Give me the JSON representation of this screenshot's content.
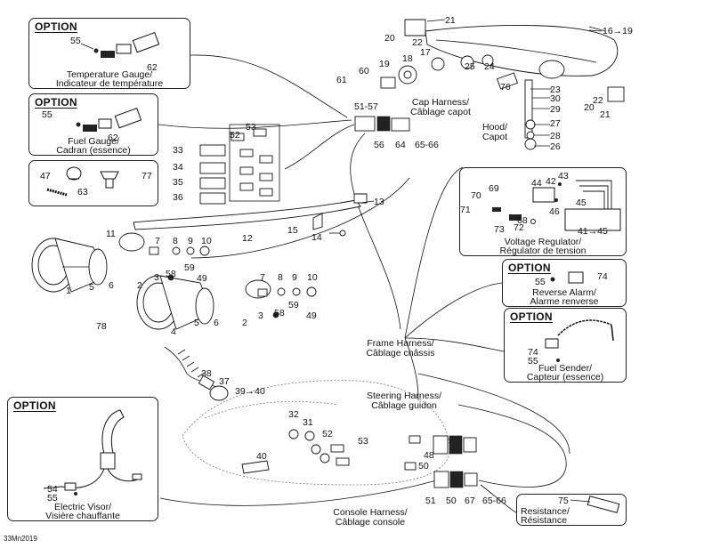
{
  "boxes": {
    "temp": {
      "option": "OPTION",
      "cap1": "Temperature Gauge/",
      "cap2": "Indicateur de température",
      "p_a": "55",
      "p_b": "62"
    },
    "fuel": {
      "option": "OPTION",
      "cap1": "Fuel Gauge/",
      "cap2": "Cadran (essence)",
      "p_a": "55",
      "p_b": "62"
    },
    "misc": {
      "p_a": "47",
      "p_b": "63",
      "p_c": "77"
    },
    "volt": {
      "cap1": "Voltage Regulator/",
      "cap2": "Régulator de tension",
      "p": [
        "43",
        "44",
        "42",
        "69",
        "70",
        "45",
        "71",
        "68",
        "46",
        "73",
        "72",
        "41→45"
      ]
    },
    "rev": {
      "option": "OPTION",
      "cap1": "Reverse Alarm/",
      "cap2": "Alarme renverse",
      "p_a": "55",
      "p_b": "74"
    },
    "sender": {
      "option": "OPTION",
      "cap1": "Fuel Sender/",
      "cap2": "Capteur (essence)",
      "p_a": "74",
      "p_b": "55"
    },
    "visor": {
      "option": "OPTION",
      "cap1": "Electric Visor/",
      "cap2": "Visière chauffante",
      "p_a": "54",
      "p_b": "55"
    },
    "resist": {
      "cap1": "Resistance/",
      "cap2": "Résistance",
      "p": "75"
    }
  },
  "harness": {
    "cap": {
      "l1": "Cap Harness/",
      "l2": "Câblage capot"
    },
    "hood": {
      "l1": "Hood/",
      "l2": "Capot"
    },
    "frame": {
      "l1": "Frame Harness/",
      "l2": "Câblage châssis"
    },
    "steer": {
      "l1": "Steering Harness/",
      "l2": "Câblage guidon"
    },
    "console": {
      "l1": "Console Harness/",
      "l2": "Câblage console"
    }
  },
  "callouts": [
    "21",
    "20",
    "22",
    "16→19",
    "18",
    "17",
    "19",
    "25",
    "24",
    "60",
    "61",
    "76",
    "23",
    "30",
    "29",
    "22",
    "20",
    "21",
    "27",
    "28",
    "26",
    "51-57",
    "56",
    "64",
    "65-66",
    "53",
    "52",
    "33",
    "34",
    "35",
    "36",
    "13",
    "15",
    "14",
    "12",
    "11",
    "7",
    "8",
    "9",
    "10",
    "59",
    "58",
    "49",
    "2",
    "3",
    "1",
    "5",
    "6",
    "78",
    "7",
    "8",
    "9",
    "10",
    "59",
    "58",
    "49",
    "2",
    "3",
    "4",
    "5",
    "6",
    "38",
    "37",
    "39→40",
    "32",
    "31",
    "52",
    "53",
    "48",
    "50",
    "40",
    "51",
    "50",
    "67",
    "65-66"
  ],
  "figure_code": "33Mn2019"
}
